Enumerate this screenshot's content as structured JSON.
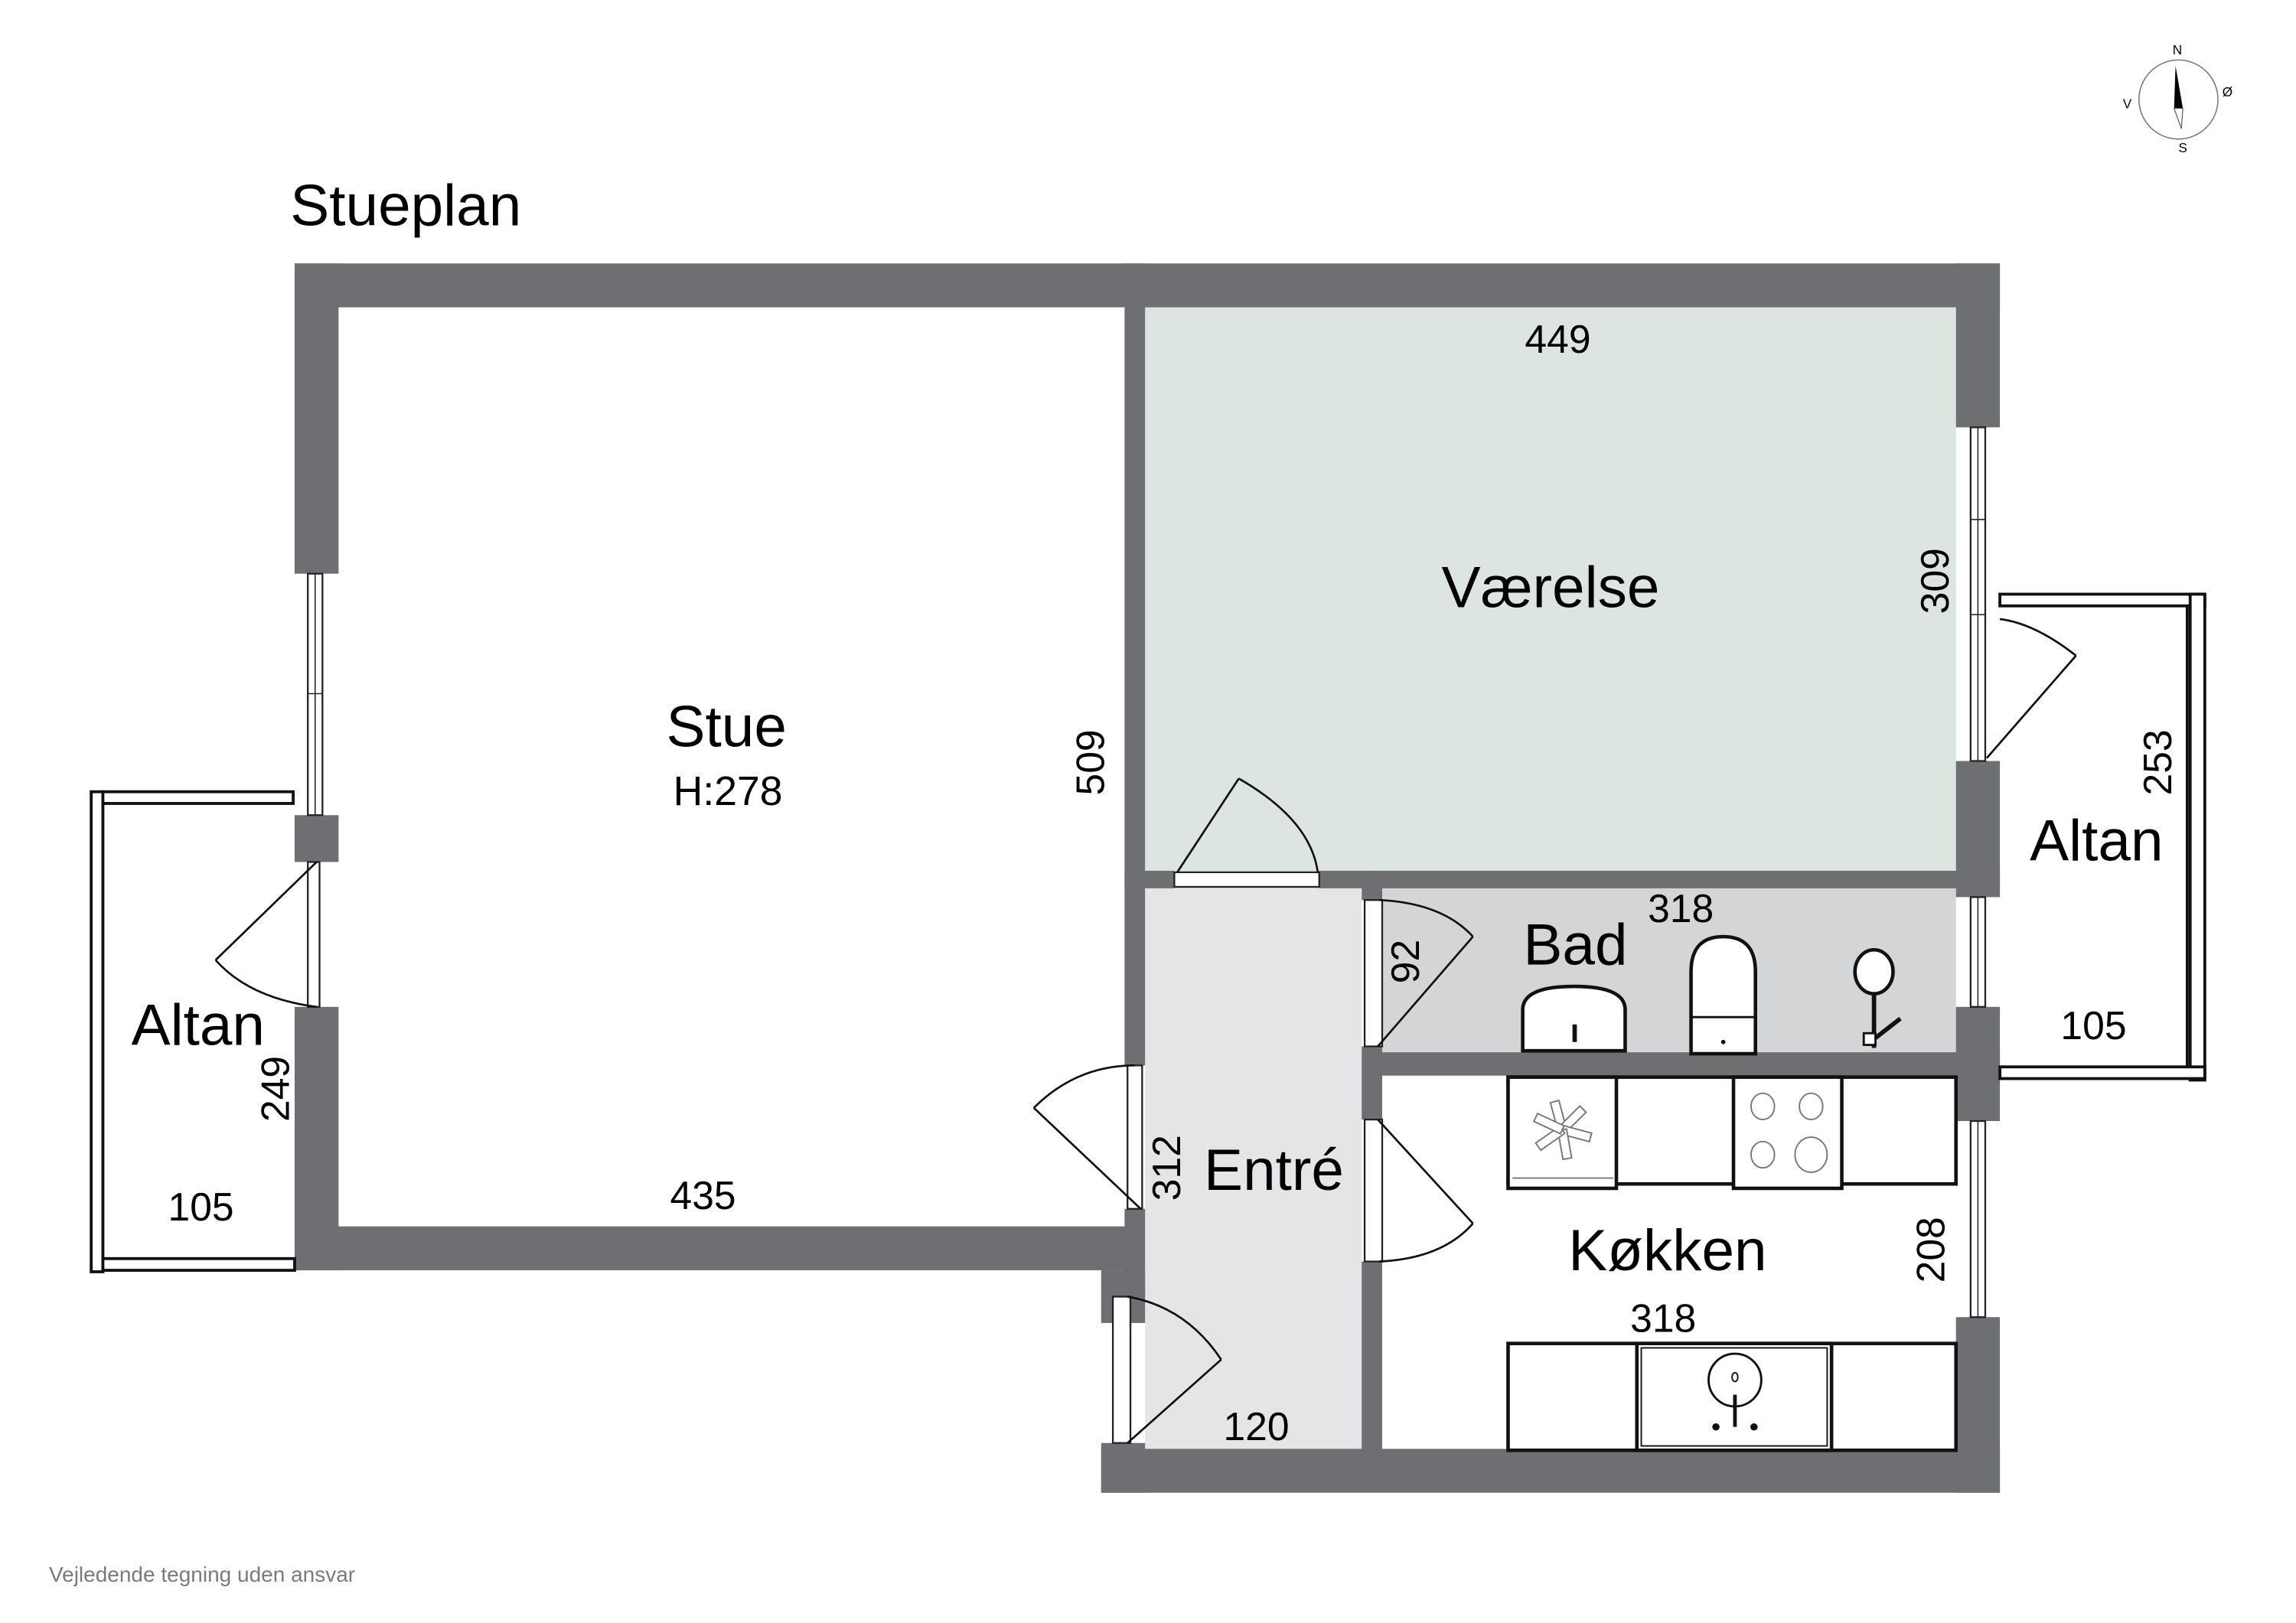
{
  "title": "Stueplan",
  "footer": "Vejledende tegning uden ansvar",
  "compass": {
    "n": "N",
    "s": "S",
    "e": "Ø",
    "w": "V"
  },
  "colors": {
    "wall": "#6e6f73",
    "vaerelse_fill": "#dce5e0",
    "bad_fill": "#d4d5d7",
    "entre_fill": "#e4e5e7",
    "default_fill": "#ffffff"
  },
  "rooms": {
    "stue": {
      "name": "Stue",
      "height": "H:278",
      "width_dim": "435",
      "depth_dim": "509"
    },
    "vaerelse": {
      "name": "Værelse",
      "width_dim": "449",
      "depth_dim": "309"
    },
    "bad": {
      "name": "Bad",
      "width_dim": "318",
      "depth_dim": "92"
    },
    "entre": {
      "name": "Entré",
      "width_dim": "120",
      "depth_dim": "312"
    },
    "koekken": {
      "name": "Køkken",
      "width_dim": "318",
      "depth_dim": "208"
    },
    "altan_left": {
      "name": "Altan",
      "width_dim": "105",
      "depth_dim": "249"
    },
    "altan_right": {
      "name": "Altan",
      "width_dim": "105",
      "depth_dim": "253"
    }
  }
}
